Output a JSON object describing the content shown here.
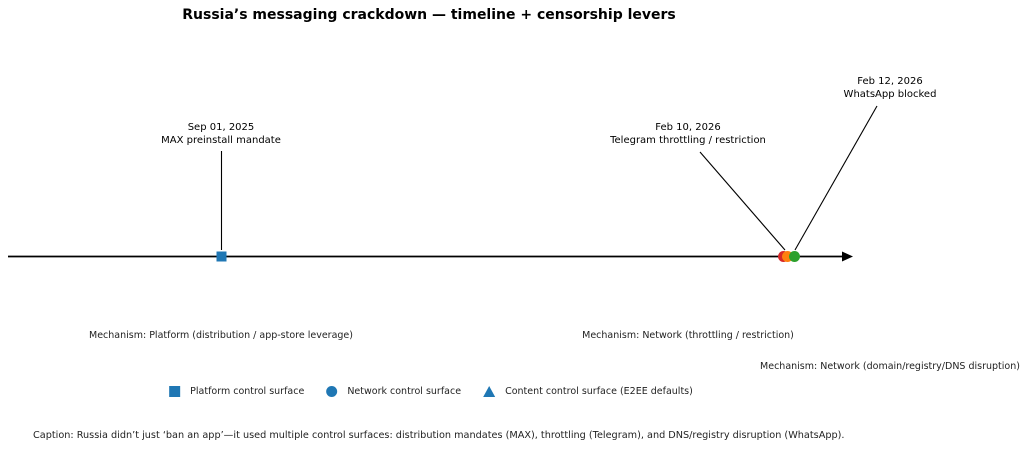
{
  "chart_data": {
    "type": "scatter",
    "subtype": "annotated-timeline",
    "title": "Russia’s messaging crackdown — timeline + censorship levers",
    "axis": {
      "orientation": "horizontal",
      "arrow_at_right": true,
      "tick_labels": [],
      "grid": false
    },
    "events": [
      {
        "date": "Sep 01, 2025",
        "label": "MAX preinstall mandate",
        "mechanism": "Mechanism: Platform (distribution / app-store leverage)",
        "control_surface": "Platform control surface",
        "marker": "square",
        "color": "#1f77b4",
        "connector": "vertical"
      },
      {
        "date": "Feb 10, 2026",
        "label": "Telegram throttling / restriction",
        "mechanism": "Mechanism: Network (throttling / restriction)",
        "control_surface": "Network control surface",
        "marker": "circle",
        "color": "#ff7f0e",
        "connector": "diagonal-from-left"
      },
      {
        "date": "Feb 12, 2026",
        "label": "WhatsApp blocked",
        "mechanism": "Mechanism: Network (domain/registry/DNS disruption)",
        "control_surface": "Network control surface",
        "marker": "circle",
        "color": "#2ca02c",
        "connector": "diagonal-from-right"
      }
    ],
    "partially_hidden_marker_color": "#d62728",
    "axis_color": "#000000",
    "legend": {
      "position": "bottom-center",
      "marker_color": "#1f77b4",
      "items": [
        {
          "marker": "square",
          "label": "Platform control surface"
        },
        {
          "marker": "circle",
          "label": "Network control surface"
        },
        {
          "marker": "triangle",
          "label": "Content control surface (E2EE defaults)"
        }
      ]
    },
    "caption": "Caption: Russia didn’t just ‘ban an app’—it used multiple control surfaces: distribution mandates (MAX), throttling (Telegram), and DNS/registry disruption (WhatsApp)."
  }
}
